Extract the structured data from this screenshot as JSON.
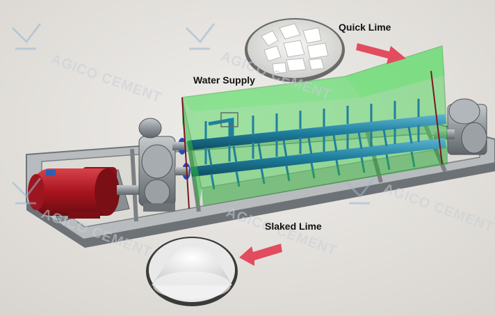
{
  "labels": {
    "quick_lime": "Quick Lime",
    "water_supply": "Water Supply",
    "slaked_lime": "Slaked Lime"
  },
  "watermark": {
    "text": "AGICO CEMENT",
    "icon": "agico-logo-icon"
  },
  "colors": {
    "background": "#e7e5e1",
    "frame": "#8d9296",
    "motor": "#b01e28",
    "housing": "#3cd24a",
    "shaft": "#1f7f9e",
    "arrow": "#e24c5e",
    "label_text": "#111111",
    "watermark": "#c9cfd6"
  },
  "icons": [
    "quicklime-lumps-icon",
    "slaked-lime-powder-icon",
    "arrow-icon",
    "motor-icon",
    "gearbox-icon",
    "bearing-icon"
  ]
}
